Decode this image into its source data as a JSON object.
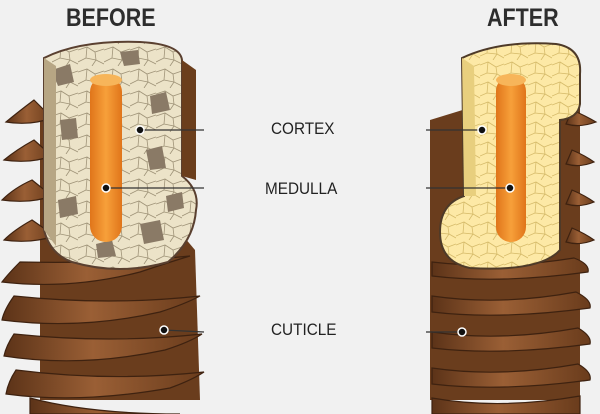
{
  "headings": {
    "before": "BEFORE",
    "after": "AFTER"
  },
  "labels": {
    "cortex": "CORTEX",
    "medulla": "MEDULLA",
    "cuticle": "CUTICLE"
  },
  "colors": {
    "background": "#f1f1f1",
    "cuticle_dark": "#6e3f1f",
    "cuticle_light": "#a5683c",
    "cortex_before": "#e8dfc4",
    "cortex_before_patch": "#8a7a66",
    "cortex_after": "#fde49a",
    "medulla": "#f28c1e",
    "leader_line": "#333333"
  }
}
